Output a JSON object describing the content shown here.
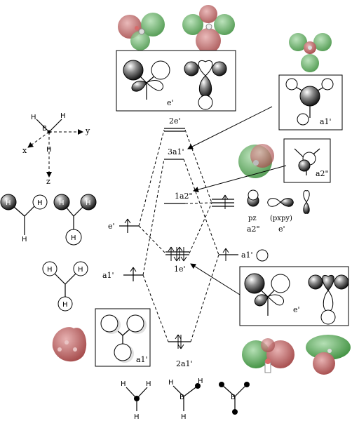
{
  "axes": {
    "x": "x",
    "y": "y",
    "z": "z",
    "b": "B",
    "h": "H"
  },
  "levels": {
    "two_e_prime": "2e'",
    "three_a1_prime": "3a1'",
    "one_a2_dprime": "1a2\"",
    "one_e_prime": "1e'",
    "two_a1_prime": "2a1'"
  },
  "boron_orbitals": {
    "pz": "pz",
    "pxpy": "(pxpy)",
    "a2_dprime": "a2\"",
    "e_prime": "e'",
    "a1_prime": "a1'"
  },
  "hydrogen_orbitals": {
    "e_prime": "e'",
    "a1_prime": "a1'"
  },
  "box_labels": {
    "top": "e'",
    "right_top": "a1'",
    "right_mid": "a2\"",
    "right_low": "e'",
    "bottom_left": "a1'"
  },
  "bottom_structures": {
    "h": "H",
    "b": "B"
  },
  "colors": {
    "positive_lobe": "#c96f6f",
    "negative_lobe": "#5fa85f",
    "dark_lobe": "#3a3a3a"
  }
}
